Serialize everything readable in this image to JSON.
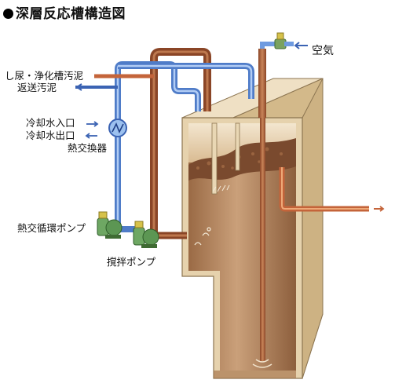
{
  "title": "深層反応槽構造図",
  "labels": {
    "air": "空気",
    "sludge_in": "し尿・浄化槽汚泥",
    "return_sludge": "返送汚泥",
    "cooling_in": "冷却水入口",
    "cooling_out": "冷却水出口",
    "heat_exchanger": "熱交換器",
    "circ_pump": "熱交循環ポンプ",
    "stir_pump": "撹拌ポンプ"
  },
  "colors": {
    "tank_face": "#e6d2ad",
    "tank_side": "#d2b98b",
    "tank_interior": "#b9845a",
    "scum": "#7a4a2e",
    "pipe_blue": "#6f9be0",
    "pipe_brown": "#a45a35",
    "pipe_orange": "#d98548",
    "pump_green": "#4f8a4a"
  },
  "icons": {
    "air_valve": "valve-icon",
    "heat_exchanger": "heat-exchanger-icon",
    "pumps": "pump-icon",
    "arrows": "arrow-icon"
  }
}
